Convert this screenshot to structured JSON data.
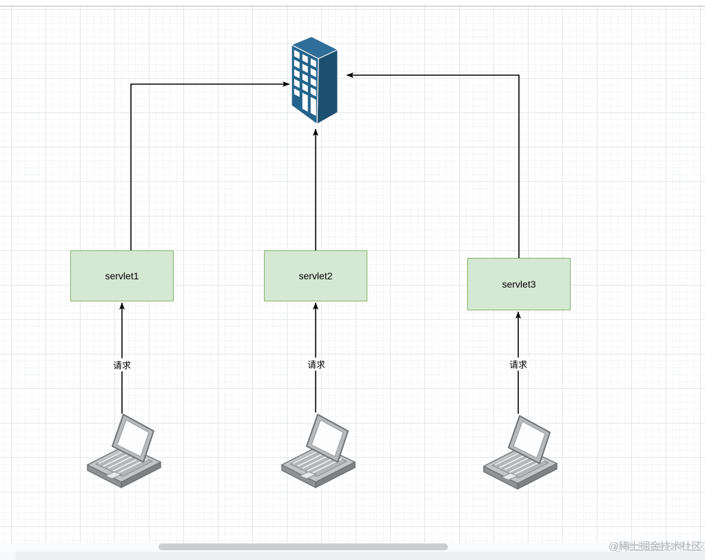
{
  "canvas": {
    "background": "#ffffff",
    "grid_major_color": "#e3e5e8",
    "grid_minor_color": "#f4f5f7"
  },
  "diagram": {
    "server_node": {
      "icon": "building-icon",
      "top_color": "#2e6e99",
      "front_color": "#23638c",
      "side_color": "#1d506f",
      "window_color": "#ffffff"
    },
    "servlet_style": {
      "fill": "#d5e8d4",
      "border": "#82b366",
      "text_color": "#000000"
    },
    "servlets": [
      {
        "label": "servlet1"
      },
      {
        "label": "servlet2"
      },
      {
        "label": "servlet3"
      }
    ],
    "clients": [
      {
        "icon": "laptop-icon"
      },
      {
        "icon": "laptop-icon"
      },
      {
        "icon": "laptop-icon"
      }
    ],
    "request_labels": [
      {
        "label": "请求"
      },
      {
        "label": "请求"
      },
      {
        "label": "请求"
      }
    ],
    "connector_color": "#000000"
  },
  "watermark": {
    "text": "@稀土掘金技术社区",
    "color": "#b4b9be"
  }
}
